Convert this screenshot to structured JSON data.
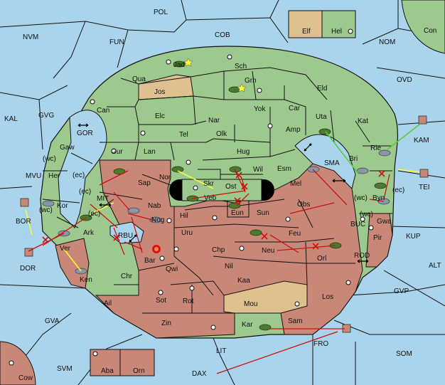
{
  "colors": {
    "sea": "#a9d4eb",
    "green": "#9dc88e",
    "red": "#c98877",
    "tan": "#dfc18f",
    "land_border": "#000000",
    "order_red": "#cc1111",
    "order_yellow": "#ffff33",
    "order_green": "#55cc33",
    "unit_olive": "#4d7a2e",
    "unit_gray": "#8a96a4"
  },
  "sea_labels": {
    "pol": "POL",
    "nvm": "NVM",
    "fun": "FUN",
    "cob": "COB",
    "nom": "NOM",
    "ovd": "OVD",
    "kal": "KAL",
    "gvg": "GVG",
    "gor": "GOR",
    "mvu": "MVU",
    "kam": "KAM",
    "sma": "SMA",
    "tei": "TEI",
    "mit": "MIT",
    "bor": "BOR",
    "rbu": "RBU",
    "buc": "BUC",
    "kup": "KUP",
    "dor": "DOR",
    "rod": "ROD",
    "alt": "ALT",
    "gvp": "GVP",
    "gva": "GVA",
    "lit": "LIT",
    "fro": "FRO",
    "som": "SOM",
    "svm": "SVM",
    "dax": "DAX"
  },
  "land_labels": {
    "elf": "Elf",
    "hel": "Hel",
    "con": "Con",
    "jad": "Jad",
    "sch": "Sch",
    "qua": "Qua",
    "jos": "Jos",
    "grh": "Grh",
    "eld": "Eld",
    "can": "Can",
    "yok": "Yok",
    "car": "Car",
    "uta": "Uta",
    "kat": "Kat",
    "elc": "Elc",
    "nar": "Nar",
    "tel": "Tel",
    "olk": "Olk",
    "amp": "Amp",
    "rie": "Rie",
    "gaw": "Gaw",
    "gur": "Gur",
    "lan": "Lan",
    "hug": "Hug",
    "bri": "Bri",
    "wc1": "(wc)",
    "her": "Her",
    "ec1": "(ec)",
    "sap": "Sap",
    "nor": "Nor",
    "skr": "Skr",
    "wil": "Wil",
    "esm": "Esm",
    "veb": "Veb",
    "ost": "Ost",
    "mel": "Mel",
    "byn": "Byn",
    "ec2": "(ec)",
    "wc2": "(wc)",
    "kor": "Kor",
    "ec3": "(ec)",
    "nab": "Nab",
    "eun": "Eun",
    "obs": "Obs",
    "wc3": "(wc)",
    "gwa": "Gwa",
    "ec4": "(ec)",
    "hil": "Hil",
    "sun": "Sun",
    "ark": "Ark",
    "nog": "Nog",
    "uru": "Uru",
    "feu": "Feu",
    "pir": "Pir",
    "wc4": "(wc)",
    "ver": "Ver",
    "chp": "Chp",
    "neu": "Neu",
    "bar": "Bar",
    "qwi": "Qwi",
    "nil": "Nil",
    "orl": "Orl",
    "ken": "Ken",
    "chr": "Chr",
    "kaa": "Kaa",
    "ail": "Ail",
    "sot": "Sot",
    "rot": "Rot",
    "mou": "Mou",
    "los": "Los",
    "zin": "Zin",
    "sam": "Sam",
    "kar": "Kar",
    "aba": "Aba",
    "orn": "Orn",
    "cow": "Cow"
  }
}
